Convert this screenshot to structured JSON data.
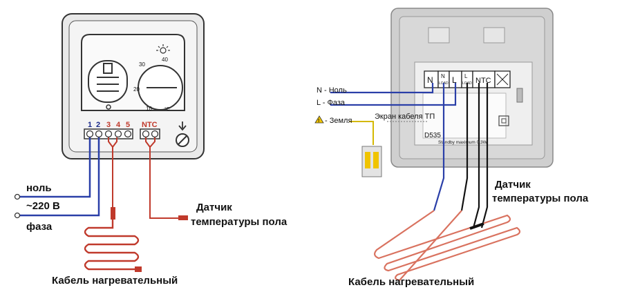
{
  "left": {
    "terminal_numbers": [
      "1",
      "2",
      "3",
      "4",
      "5"
    ],
    "ntc_label": "NTC",
    "dial_marks": [
      "30",
      "40",
      "20",
      "10",
      "°C"
    ],
    "label_neutral": "ноль",
    "label_voltage": "~220 В",
    "label_phase": "фаза",
    "label_sensor_line1": "Датчик",
    "label_sensor_line2": "температуры пола",
    "label_cable": "Кабель нагревательный"
  },
  "right": {
    "terminal_labels": [
      "N",
      "N",
      "L",
      "L",
      "NTC"
    ],
    "terminal_sublabels": [
      "",
      "LOAD",
      "",
      "LOAD",
      ""
    ],
    "label_n": "N - Ноль",
    "label_l": "L - Фаза",
    "label_ground": "- Земля",
    "label_screen": "Экран кабеля ТП",
    "model": "D535",
    "standby": "Standby maximum 0.3W",
    "label_sensor_line1": "Датчик",
    "label_sensor_line2": "температуры пола",
    "label_cable": "Кабель нагревательный"
  },
  "colors": {
    "wire_blue": "#2a3fa8",
    "wire_red": "#c0392b",
    "wire_black": "#111111",
    "heating_cable": "#d9725f"
  }
}
